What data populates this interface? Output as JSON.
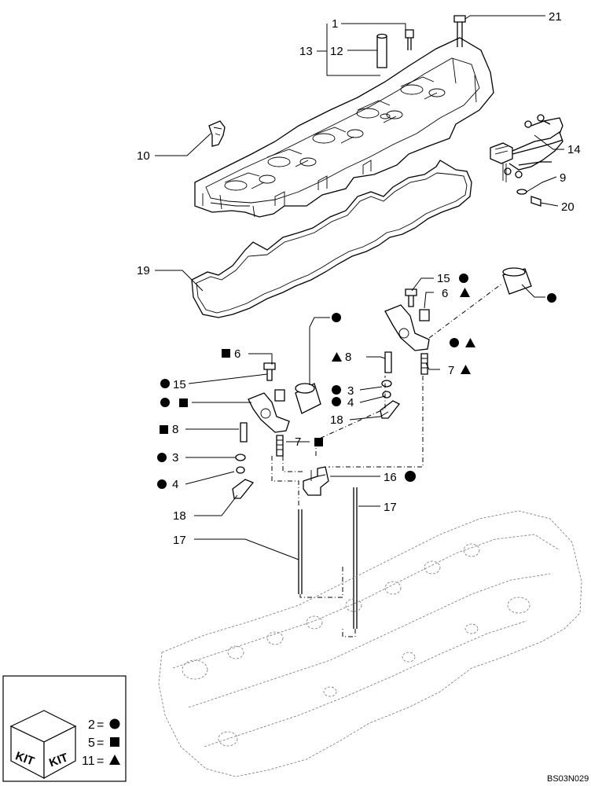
{
  "callouts": {
    "c1": "1",
    "c21": "21",
    "c13": "13",
    "c12": "12",
    "c10": "10",
    "c14": "14",
    "c9": "9",
    "c20": "20",
    "c19": "19",
    "c15a": "15",
    "c6a": "6",
    "c8a": "8",
    "c7a": "7",
    "c6b": "6",
    "c15b": "15",
    "c3a": "3",
    "c4a": "4",
    "c18a": "18",
    "c8b": "8",
    "c7b": "7",
    "c3b": "3",
    "c4b": "4",
    "c16": "16",
    "c18b": "18",
    "c17a": "17",
    "c17b": "17"
  },
  "legend": {
    "kit_word_1": "KIT",
    "kit_word_2": "KIT",
    "rows": [
      {
        "number": "2",
        "equals": "=",
        "symbol": "circle"
      },
      {
        "number": "5",
        "equals": "=",
        "symbol": "square"
      },
      {
        "number": "11",
        "equals": "=",
        "symbol": "triangle"
      }
    ]
  },
  "reference_code": "BS03N029",
  "colors": {
    "ink": "#000000",
    "background": "#ffffff",
    "ghost": "#777777"
  }
}
